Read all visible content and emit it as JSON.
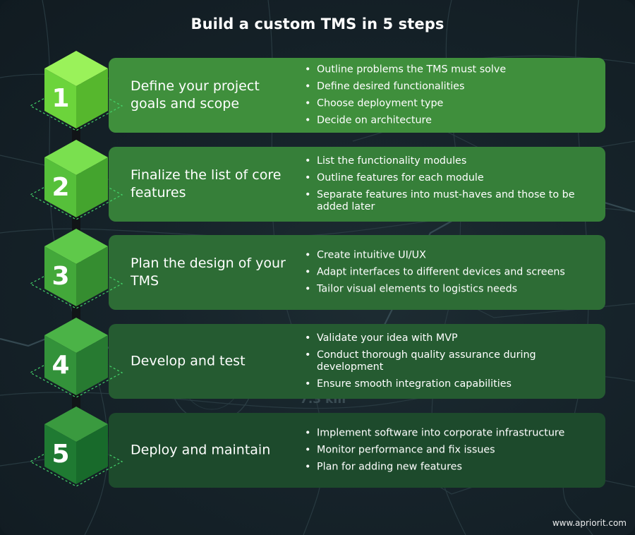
{
  "title": "Build a custom TMS in 5 steps",
  "steps": [
    {
      "number": "1",
      "title": "Define your project goals and scope",
      "bullets": [
        "Outline problems the TMS must solve",
        "Define desired functionalities",
        "Choose deployment type",
        "Decide on architecture"
      ]
    },
    {
      "number": "2",
      "title": "Finalize the list of core features",
      "bullets": [
        "List the functionality modules",
        "Outline features for each module",
        "Separate features into must-haves and those to be added later"
      ]
    },
    {
      "number": "3",
      "title": "Plan the design of your TMS",
      "bullets": [
        "Create intuitive UI/UX",
        "Adapt interfaces to different devices and screens",
        "Tailor visual elements to logistics needs"
      ]
    },
    {
      "number": "4",
      "title": "Develop and test",
      "bullets": [
        "Validate your idea with MVP",
        "Conduct thorough quality assurance during development",
        "Ensure smooth integration capabilities"
      ]
    },
    {
      "number": "5",
      "title": "Deploy and maintain",
      "bullets": [
        "Implement software into corporate infrastructure",
        "Monitor performance and fix issues",
        "Plan for adding new features"
      ]
    }
  ],
  "map_label": "7.3 km",
  "website": "www.apriorit.com",
  "colors": {
    "background": "#16232a",
    "card_1": "#3f8f3c",
    "card_5": "#1d4a2c",
    "cube_1_top": "#9af25a",
    "cube_5_front": "#1f7a32",
    "connector": "#111417",
    "dashed_outline": "#44d46a"
  }
}
